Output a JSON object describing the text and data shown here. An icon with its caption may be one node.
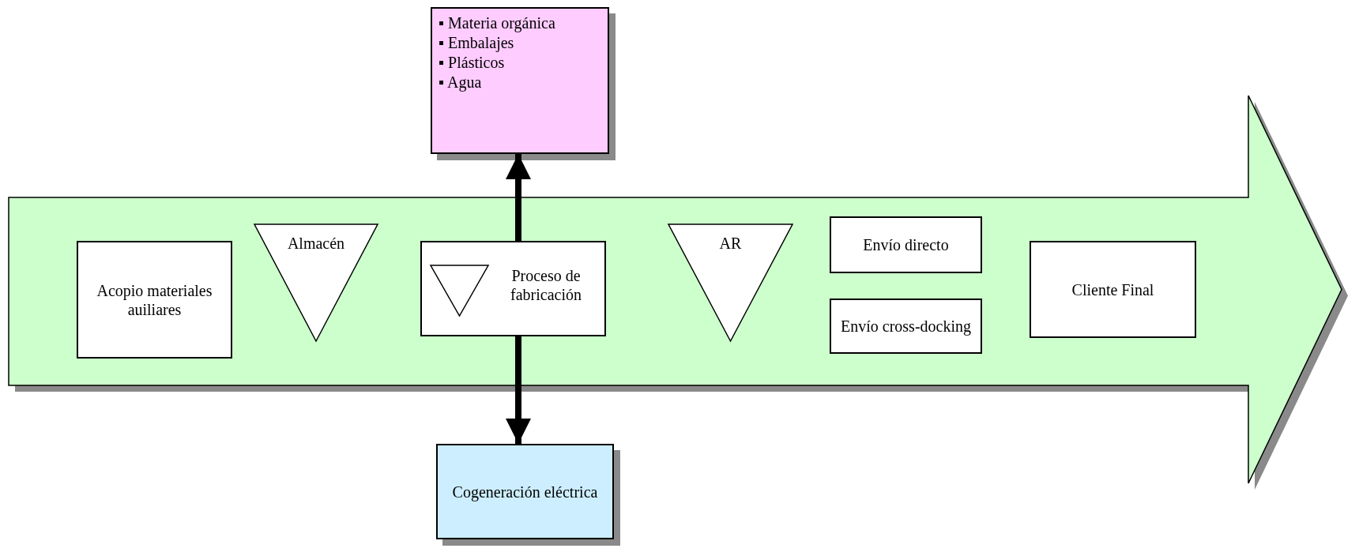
{
  "diagram": {
    "nodes": [
      {
        "text": [
          "▪ Materia orgánica",
          "▪ Embalajes",
          "▪ Plásticos",
          "▪ Agua"
        ]
      },
      {
        "text": [],
        "shape": "arrow"
      },
      {
        "text": [
          "Acopio materiales auiliares"
        ],
        "in": 1
      },
      {
        "text": [
          "Almacén"
        ],
        "in": 1
      },
      {
        "text": [
          "Proceso de fabricación"
        ],
        "in": 1
      },
      {
        "text": [],
        "shape": "triangle",
        "in": 4
      },
      {
        "text": [
          "AR"
        ],
        "in": 1
      },
      {
        "text": [
          "Envío directo"
        ],
        "in": 1
      },
      {
        "text": [
          "Envío cross-docking"
        ],
        "in": 1
      },
      {
        "text": [
          "Cliente Final"
        ],
        "in": 1
      },
      {
        "text": [
          "Cogeneración eléctrica"
        ]
      }
    ],
    "edges": [
      {
        "from": 4,
        "to": 0,
        "arrow": "to"
      },
      {
        "from": 4,
        "to": 10,
        "arrow": "to"
      }
    ]
  }
}
